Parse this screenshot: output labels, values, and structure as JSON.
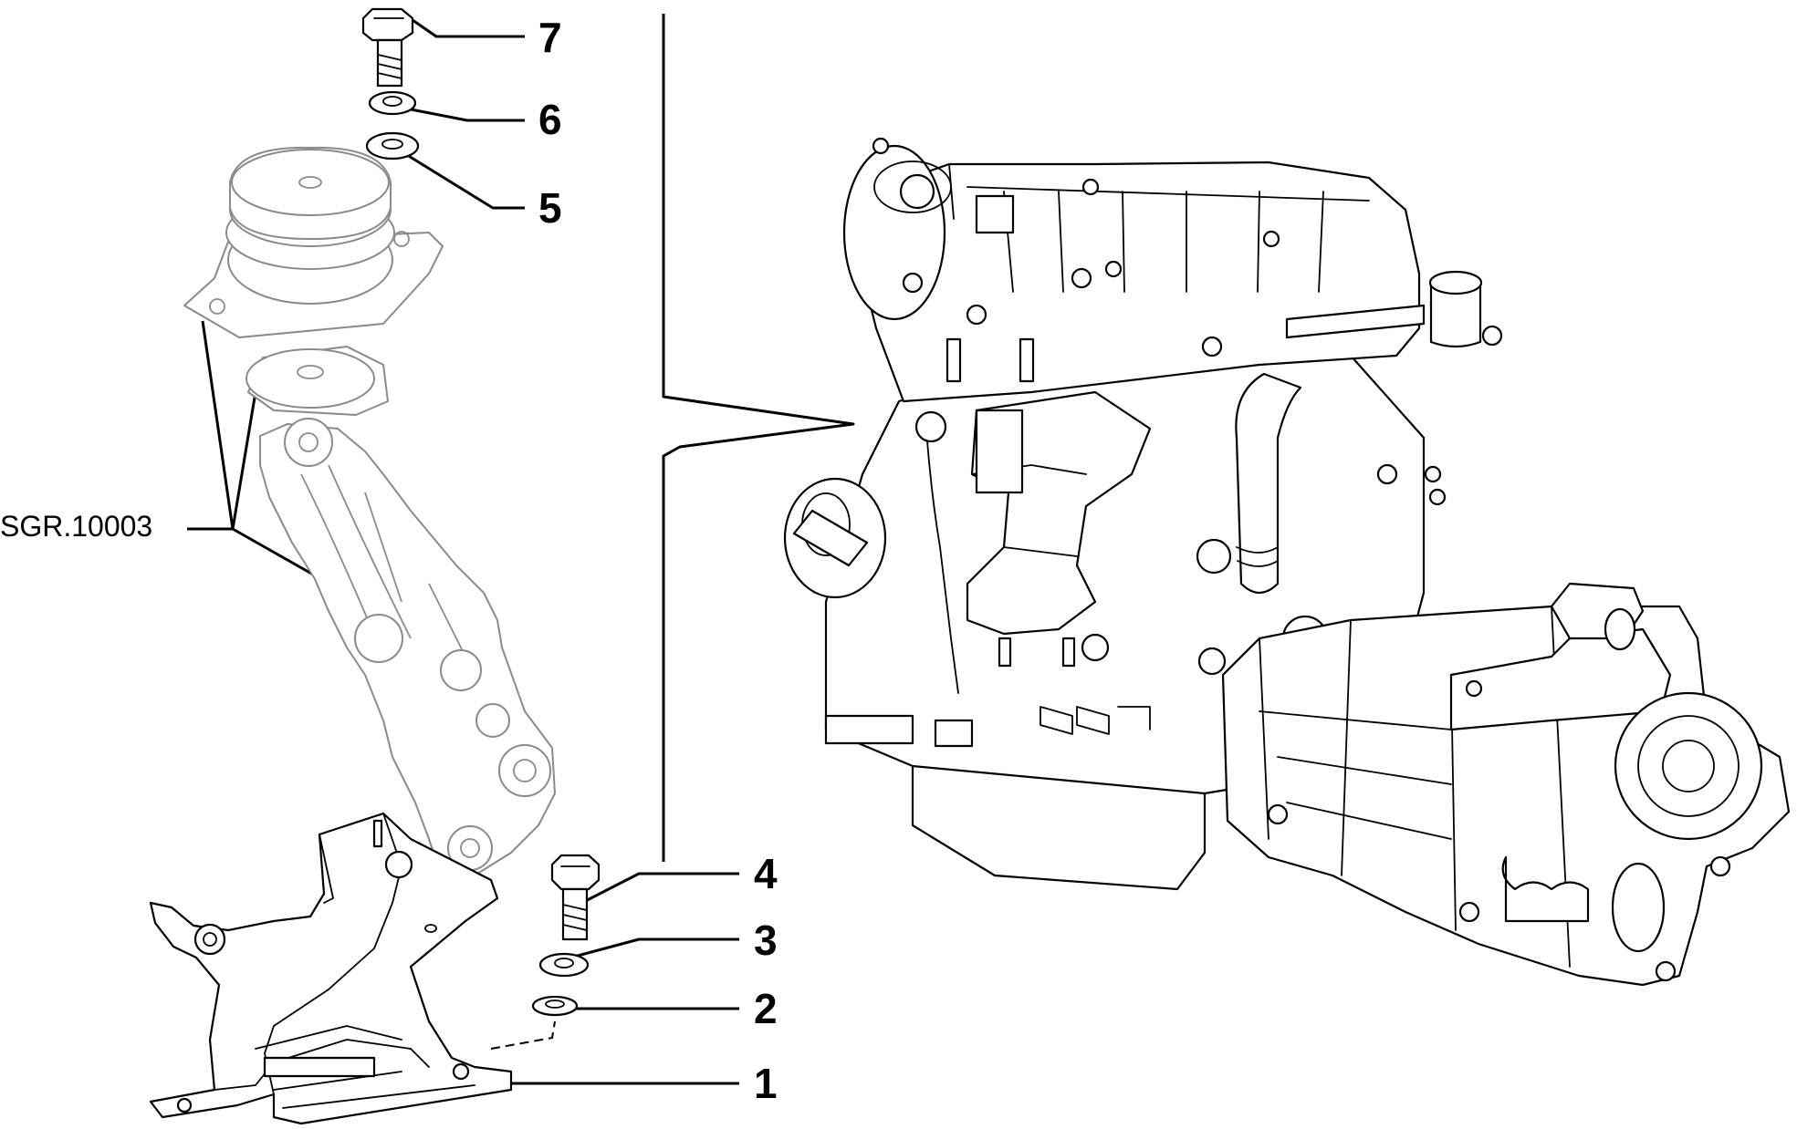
{
  "diagram": {
    "callouts": [
      {
        "id": "7",
        "label": "7"
      },
      {
        "id": "6",
        "label": "6"
      },
      {
        "id": "5",
        "label": "5"
      },
      {
        "id": "4",
        "label": "4"
      },
      {
        "id": "3",
        "label": "3"
      },
      {
        "id": "2",
        "label": "2"
      },
      {
        "id": "1",
        "label": "1"
      }
    ],
    "reference": "SGR.10003"
  },
  "colors": {
    "line": "#000000",
    "reference_part": "#8a8a8a",
    "background": "#ffffff"
  }
}
